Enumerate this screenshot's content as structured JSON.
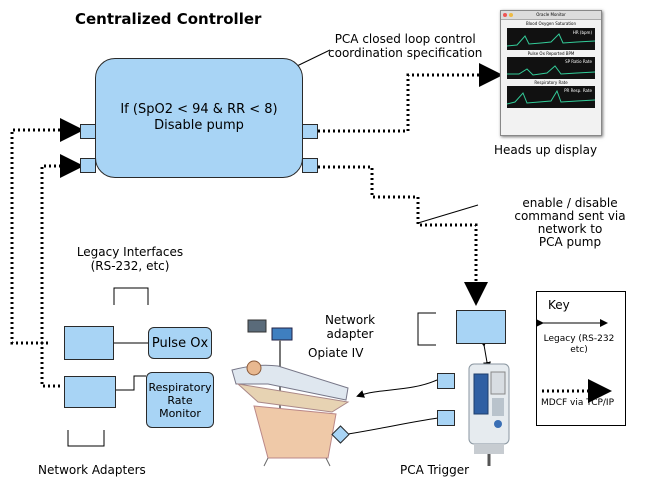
{
  "title": "Centralized Controller",
  "spec_note": [
    "PCA closed loop control",
    "coordination specification"
  ],
  "controller_rule": [
    "If (SpO2 < 94 & RR < 8)",
    "Disable pump"
  ],
  "hud": {
    "window_title": "Oracle Monitor",
    "header": "Blood Oxygen Saturation",
    "panels": [
      {
        "label": "HR (bpm)",
        "caption": "Pulse Ox Reported BPM"
      },
      {
        "label": "SP Ratio Rate",
        "caption": "Respiratory Rate"
      },
      {
        "label": "PR Resp. Rate",
        "caption": ""
      }
    ],
    "label": "Heads up display"
  },
  "enable_note": [
    "enable / disable",
    "command sent via",
    "network to",
    "PCA pump"
  ],
  "legacy_title": [
    "Legacy Interfaces",
    "(RS-232, etc)"
  ],
  "devices": {
    "pulse_ox": "Pulse Ox",
    "resp_monitor": [
      "Respiratory",
      "Rate",
      "Monitor"
    ]
  },
  "network_adapters_label": "Network Adapters",
  "network_adapter_label": [
    "Network",
    "adapter"
  ],
  "opiate_iv": "Opiate IV",
  "pca_trigger": "PCA Trigger",
  "key": {
    "title": "Key",
    "legacy": [
      "Legacy (RS-232",
      "etc)"
    ],
    "mdcf": "MDCF via TCP/IP"
  },
  "colors": {
    "box_fill": "#a8d4f5",
    "border": "#2a2a2a"
  }
}
